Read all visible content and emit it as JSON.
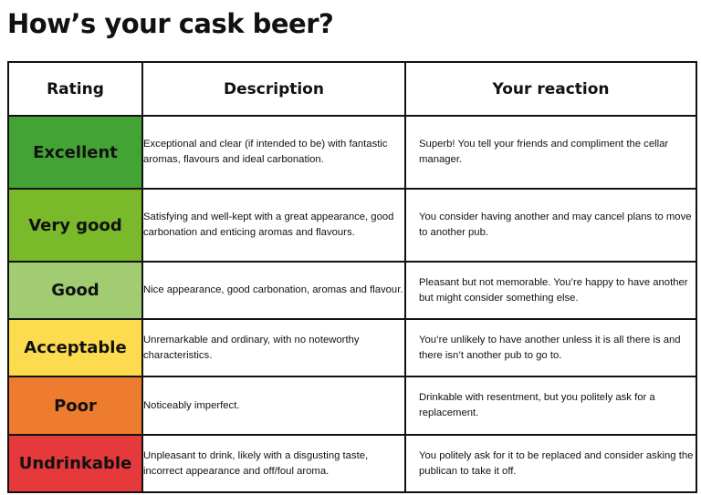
{
  "title": "How’s your cask beer?",
  "headers": {
    "rating": "Rating",
    "description": "Description",
    "reaction": "Your reaction"
  },
  "colors": {
    "excellent": "#43a335",
    "very_good": "#7ab929",
    "good": "#a1cc72",
    "acceptable": "#fcdb4e",
    "poor": "#ee7c2e",
    "undrinkable": "#e6393b"
  },
  "rows": [
    {
      "rating": "Excellent",
      "description": "Exceptional and clear (if intended to be) with fantastic aromas, flavours and ideal carbonation.",
      "reaction": "Superb! You tell your friends and compliment the cellar manager."
    },
    {
      "rating": "Very good",
      "description": "Satisfying and well-kept with a great appearance, good carbonation and enticing aromas and flavours.",
      "reaction": "You consider having another and may cancel plans to move to another pub."
    },
    {
      "rating": "Good",
      "description": "Nice appearance, good carbonation, aromas and flavour.",
      "reaction": "Pleasant but not memorable. You’re happy to have another but might consider something else."
    },
    {
      "rating": "Acceptable",
      "description": "Unremarkable and ordinary, with no noteworthy characteristics.",
      "reaction": "You’re unlikely to have another unless it is all there is and there isn’t another pub to go to."
    },
    {
      "rating": "Poor",
      "description": "Noticeably imperfect.",
      "reaction": "Drinkable with resentment, but you politely ask for a replacement."
    },
    {
      "rating": "Undrinkable",
      "description": "Unpleasant to drink, likely with a disgusting taste, incorrect appearance and off/foul aroma.",
      "reaction": "You politely ask for it to be replaced and consider asking the publican to take it off."
    }
  ]
}
